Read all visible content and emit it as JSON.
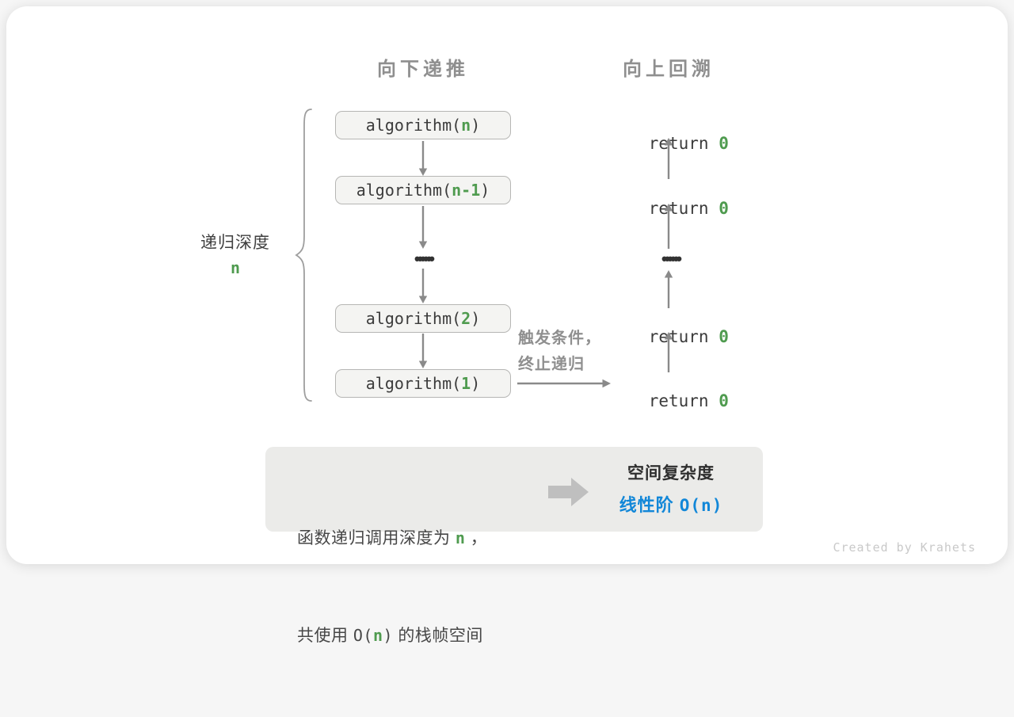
{
  "colors": {
    "green": "#4f9b4f",
    "blue": "#1287d8",
    "label_gray": "#8f8f8f",
    "arrow_gray": "#8a8a8a",
    "code_text": "#3b3b3b",
    "box_fill": "#f4f4f2",
    "box_border": "#b6b6b4",
    "panel_bg": "#ebebe9",
    "block_arrow": "#bfbfbf",
    "watermark": "#c9c9c9"
  },
  "headers": {
    "downward": "向下递推",
    "upward": "向上回溯"
  },
  "depth_label": {
    "text": "递归深度",
    "value": "n"
  },
  "diagram": {
    "calls": [
      {
        "prefix": "algorithm(",
        "arg": "n",
        "suffix": ")"
      },
      {
        "prefix": "algorithm(",
        "arg": "n-1",
        "suffix": ")"
      },
      {
        "prefix": "algorithm(",
        "arg": "2",
        "suffix": ")"
      },
      {
        "prefix": "algorithm(",
        "arg": "1",
        "suffix": ")"
      }
    ],
    "ellipsis": "••••••",
    "returns": [
      {
        "prefix": "return ",
        "value": "0"
      },
      {
        "prefix": "return ",
        "value": "0"
      },
      {
        "prefix": "return ",
        "value": "0"
      },
      {
        "prefix": "return ",
        "value": "0"
      }
    ],
    "trigger_note": {
      "line1": "触发条件，",
      "line2": "终止递归"
    }
  },
  "summary": {
    "line1": {
      "pre": "函数递归调用深度为 ",
      "em": "n",
      "post": " ，"
    },
    "line2": {
      "pre": "共使用 ",
      "code_open": "O(",
      "em": "n",
      "code_close": ")",
      "post": " 的栈帧空间"
    },
    "conclusion": {
      "title": "空间复杂度",
      "value_pre": "线性阶 ",
      "value_code": "O(n)"
    }
  },
  "watermark": "Created by Krahets"
}
